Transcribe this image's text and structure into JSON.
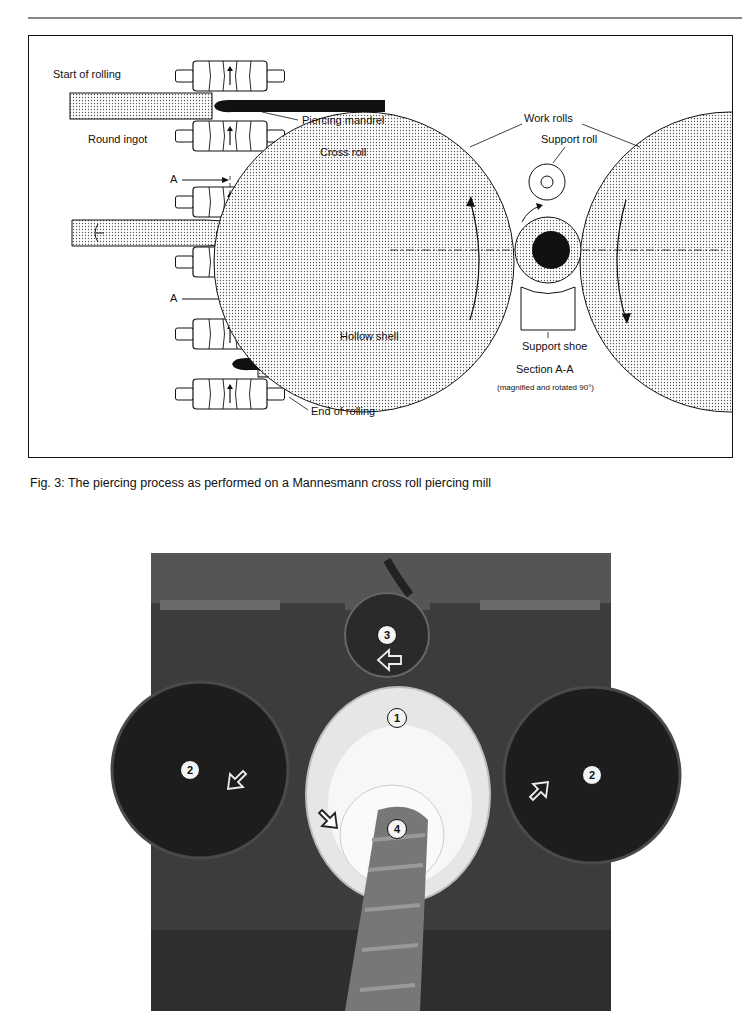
{
  "diagram": {
    "caption": "Fig. 3: The piercing process as performed on a Mannesmann cross roll piercing mill",
    "nodes": [
      {
        "text": [
          "3"
        ]
      },
      {
        "text": [
          "1"
        ]
      },
      {
        "text": [
          "2"
        ]
      },
      {
        "text": [
          "2"
        ]
      },
      {
        "text": [
          "4"
        ]
      }
    ],
    "labels": [
      "Start of rolling",
      "Piercing mandrel",
      "Round ingot",
      "Cross roll",
      "A",
      "A",
      "Hollow shell",
      "End of rolling",
      "Work rolls",
      "Support roll",
      "Support shoe",
      "Section A-A",
      "(magnified and rotated 90°)"
    ]
  }
}
